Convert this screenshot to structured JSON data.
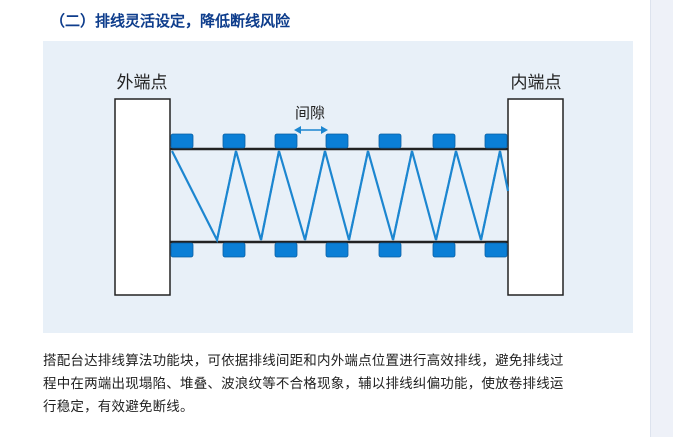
{
  "section": {
    "title": "（二）排线灵活设定，降低断线风险"
  },
  "diagram": {
    "label_outer": "外端点",
    "label_inner": "内端点",
    "label_gap": "间隙",
    "colors": {
      "accent": "#1c86d0",
      "block": "#0b7fd6",
      "outline": "#222222",
      "background": "#e8f0f8"
    }
  },
  "paragraph": {
    "lines": [
      "搭配台达排线算法功能块，可依据排线间距和内外端点位置进行高效排线，避免排线过",
      "程中在两端出现塌陷、堆叠、波浪纹等不合格现象，辅以排线纠偏功能，使放卷排线运",
      "行稳定，有效避免断线。"
    ]
  }
}
